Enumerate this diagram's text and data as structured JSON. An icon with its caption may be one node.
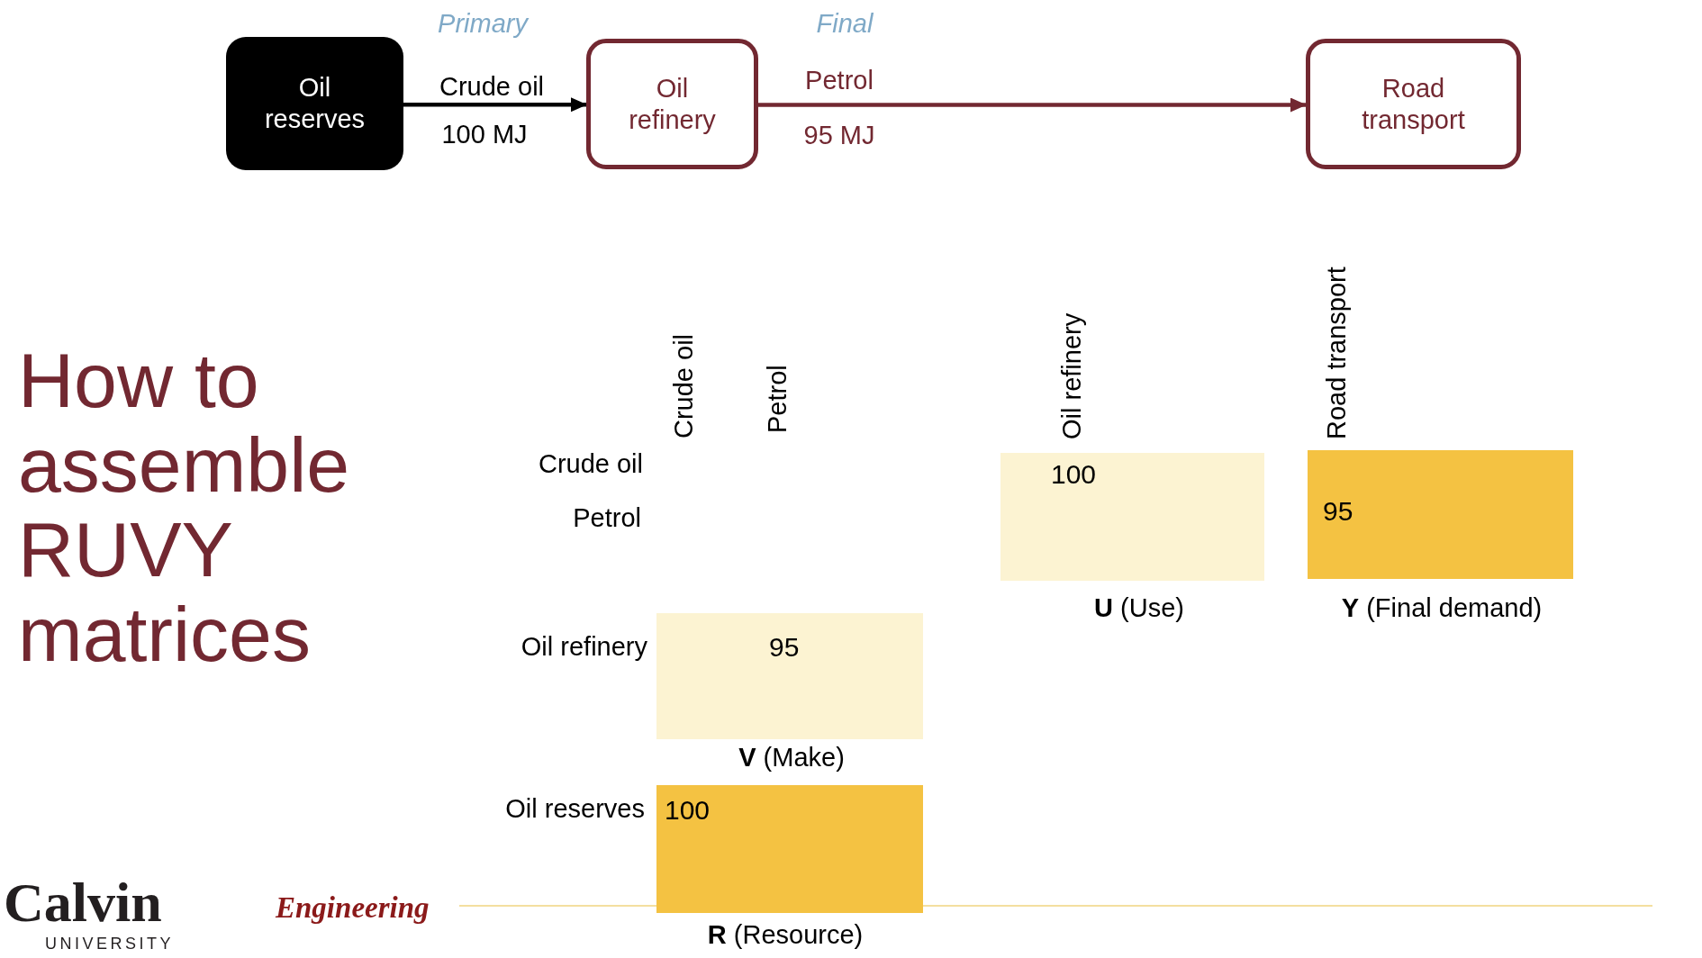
{
  "diagram": {
    "title": "How to assemble RUVY matrices",
    "nodes": [
      {
        "text": [
          "Oil reserves"
        ]
      },
      {
        "text": [
          "Oil refinery"
        ]
      },
      {
        "text": [
          "Road transport"
        ]
      },
      {
        "text": [
          "100"
        ],
        "beside": [
          "**U** (Use)"
        ]
      },
      {
        "text": [
          "95"
        ],
        "beside": [
          "**Y** (Final demand)"
        ]
      },
      {
        "text": [
          "95"
        ],
        "beside": [
          "**V** (Make)"
        ]
      },
      {
        "text": [
          "100"
        ],
        "beside": [
          "**R** (Resource)"
        ]
      }
    ],
    "edges": [
      {
        "from": 0,
        "to": 1,
        "arrow": "to",
        "label": "Crude oil"
      },
      {
        "from": 1,
        "to": 2,
        "arrow": "to",
        "label": "Petrol",
        "color": "#722831"
      }
    ],
    "labels": [
      "Primary",
      "Final",
      "100 MJ",
      "95 MJ",
      "Crude oil",
      "Petrol",
      "Oil refinery",
      "Road transport",
      "Crude oil",
      "Petrol",
      "Oil refinery",
      "Oil reserves",
      "Calvin",
      "UNIVERSITY",
      "Engineering"
    ]
  }
}
